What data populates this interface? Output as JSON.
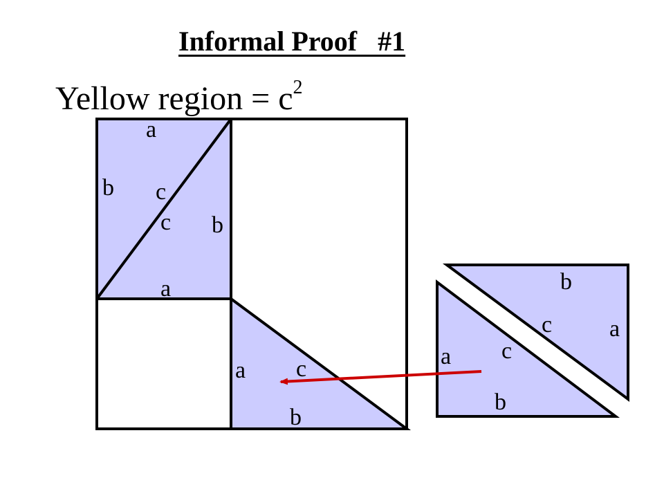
{
  "title": "Informal Proof   #1",
  "subtitle": {
    "text": "Yellow region = c",
    "superscript": "2"
  },
  "colors": {
    "fill": "#ccccff",
    "stroke": "#000000",
    "arrow": "#cc0000",
    "background": "#ffffff"
  },
  "labels": {
    "top_triangle_left_side": "b",
    "top_triangle_top": "a",
    "top_triangle_hyp_1": "c",
    "top_triangle_hyp_2": "c",
    "top_triangle_right_side": "b",
    "top_triangle_bottom": "a",
    "bottom_triangle_left": "a",
    "bottom_triangle_hyp": "c",
    "bottom_triangle_bottom": "b",
    "right_upper_top": "b",
    "right_upper_hyp": "c",
    "right_upper_right": "a",
    "right_lower_left": "a",
    "right_lower_hyp": "c",
    "right_lower_bottom": "b"
  }
}
